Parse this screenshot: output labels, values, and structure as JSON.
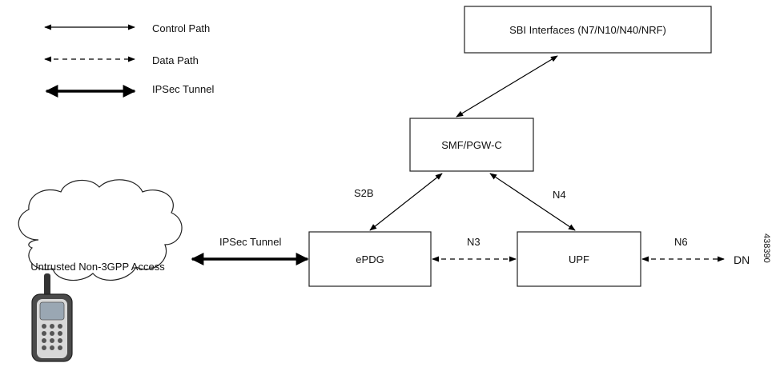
{
  "legend": {
    "control": "Control Path",
    "data": "Data Path",
    "ipsec": "IPSec Tunnel"
  },
  "nodes": {
    "sbi": "SBI Interfaces (N7/N10/N40/NRF)",
    "smf": "SMF/PGW-C",
    "epdg": "ePDG",
    "upf": "UPF",
    "cloud": "Untrusted Non-3GPP Access",
    "dn": "DN"
  },
  "links": {
    "s2b": "S2B",
    "n4": "N4",
    "ipsec": "IPSec Tunnel",
    "n3": "N3",
    "n6": "N6"
  },
  "figure_id": "438390",
  "colors": {
    "stroke": "#000000",
    "phone_screen": "#9aa7b3"
  },
  "icons": {
    "phone": "mobile-phone-icon"
  }
}
